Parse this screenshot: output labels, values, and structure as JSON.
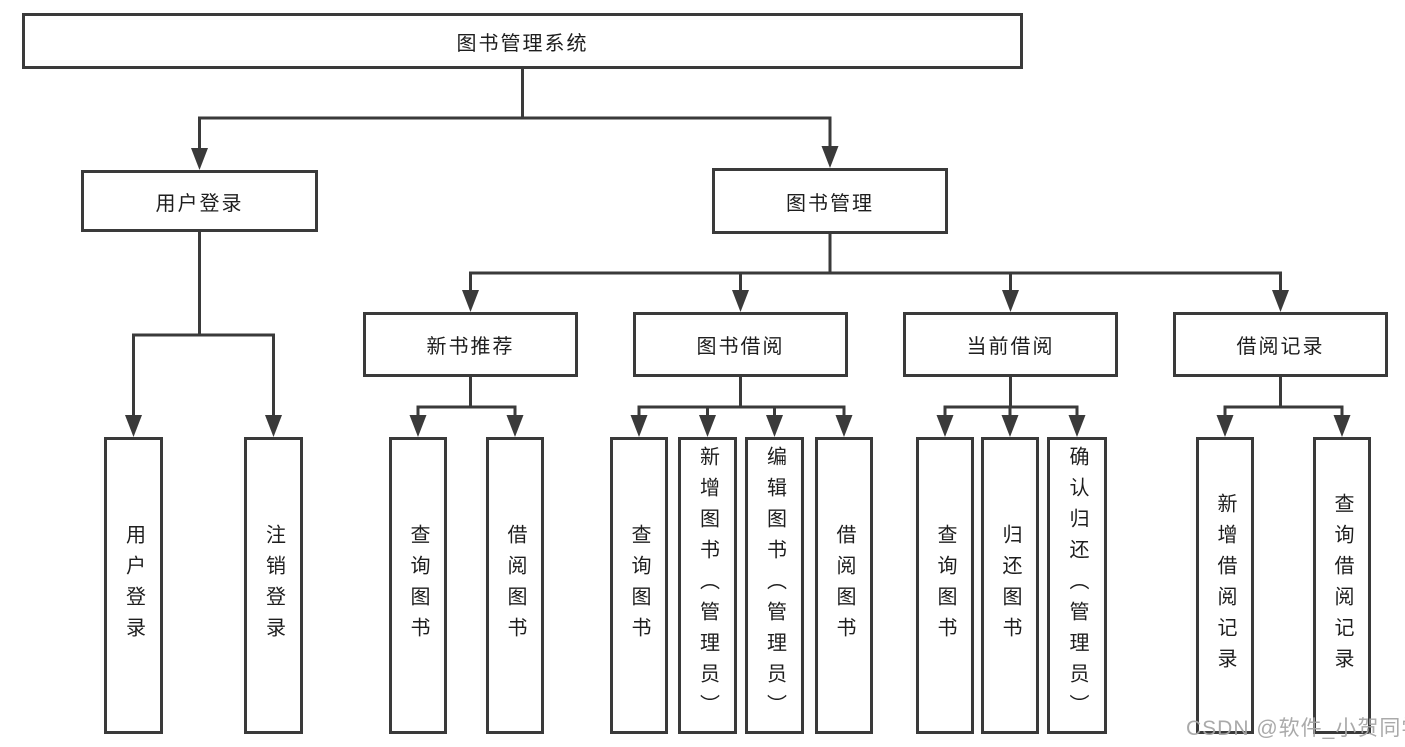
{
  "nodes": {
    "root": "图书管理系统",
    "user_login": "用户登录",
    "book_mgmt": "图书管理",
    "new_book_rec": "新书推荐",
    "book_borrow": "图书借阅",
    "current_borrow": "当前借阅",
    "borrow_record": "借阅记录",
    "ul_login": "用户登录",
    "ul_logout": "注销登录",
    "nb_query": "查询图书",
    "nb_borrow": "借阅图书",
    "bb_query": "查询图书",
    "bb_add": "新增图书（管理员）",
    "bb_edit": "编辑图书（管理员）",
    "bb_borrow": "借阅图书",
    "cb_query": "查询图书",
    "cb_return": "归还图书",
    "cb_confirm": "确认归还（管理员）",
    "br_add": "新增借阅记录",
    "br_query": "查询借阅记录"
  },
  "watermark": "CSDN @软件_小贺同学",
  "colors": {
    "line": "#3a3a3a",
    "text": "#1e1e1e",
    "watermark": "#a5a5a5",
    "background": "#ffffff"
  }
}
